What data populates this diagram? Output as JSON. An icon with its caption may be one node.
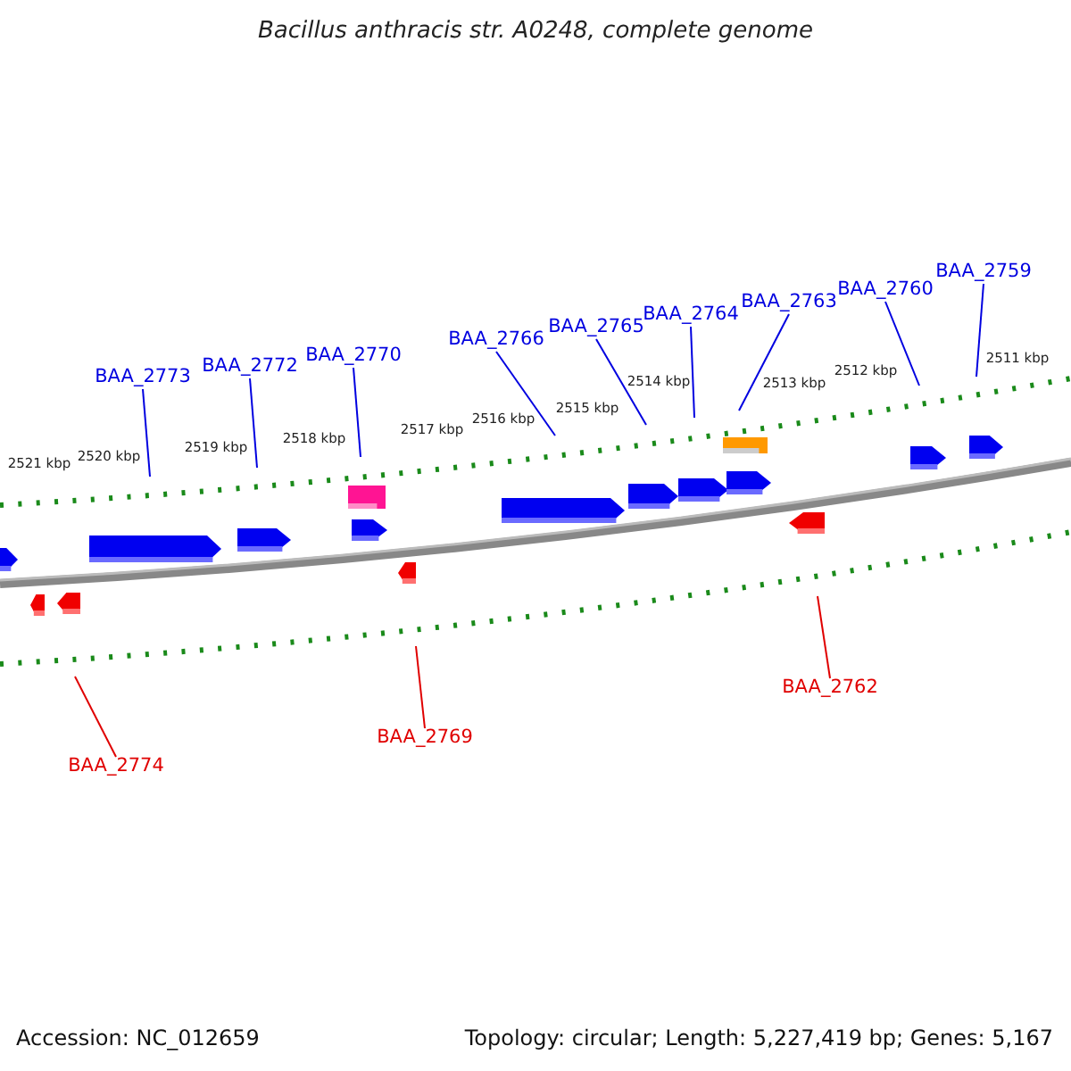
{
  "diagram": {
    "title": "Bacillus anthracis str. A0248, complete genome",
    "nodes": [
      {
        "text": [
          "BAA_2773"
        ]
      },
      {
        "text": [
          "BAA_2772"
        ]
      },
      {
        "text": [
          "BAA_2770"
        ]
      },
      {
        "text": [
          "BAA_2766"
        ]
      },
      {
        "text": [
          "BAA_2765"
        ]
      },
      {
        "text": [
          "BAA_2764"
        ]
      },
      {
        "text": [
          "BAA_2763"
        ]
      },
      {
        "text": [
          "BAA_2760"
        ]
      },
      {
        "text": [
          "BAA_2759"
        ]
      },
      {
        "text": [
          "BAA_2774"
        ]
      },
      {
        "text": [
          "BAA_2769"
        ]
      },
      {
        "text": [
          "BAA_2762"
        ]
      }
    ],
    "edges": [
      {
        "from": 0,
        "to": null,
        "arrow": "none"
      },
      {
        "from": 1,
        "to": null,
        "arrow": "none"
      },
      {
        "from": 2,
        "to": null,
        "arrow": "none"
      },
      {
        "from": 3,
        "to": null,
        "arrow": "none"
      },
      {
        "from": 4,
        "to": null,
        "arrow": "none"
      },
      {
        "from": 5,
        "to": null,
        "arrow": "none"
      },
      {
        "from": 6,
        "to": null,
        "arrow": "none"
      },
      {
        "from": 7,
        "to": null,
        "arrow": "none"
      },
      {
        "from": 8,
        "to": null,
        "arrow": "none"
      },
      {
        "from": 9,
        "to": null,
        "arrow": "none",
        "color": "#e00000"
      },
      {
        "from": 10,
        "to": null,
        "arrow": "none",
        "color": "#e00000"
      },
      {
        "from": 11,
        "to": null,
        "arrow": "none",
        "color": "#e00000"
      }
    ],
    "labels": [
      "2521 kbp",
      "2520 kbp",
      "2519 kbp",
      "2518 kbp",
      "2517 kbp",
      "2516 kbp",
      "2515 kbp",
      "2514 kbp",
      "2513 kbp",
      "2512 kbp",
      "2511 kbp",
      "Accession: NC_012659",
      "Topology: circular; Length: 5,227,419 bp; Genes: 5,167"
    ]
  }
}
